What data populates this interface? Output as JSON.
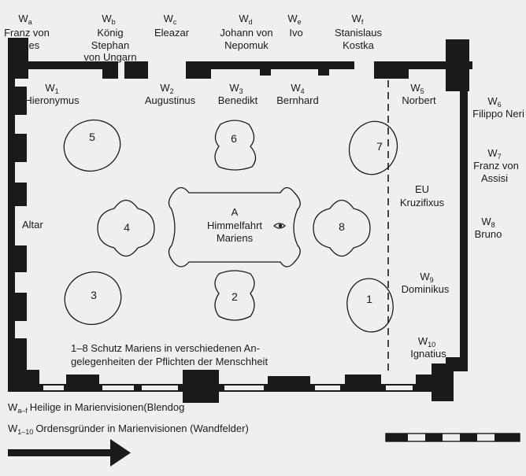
{
  "saints_top": [
    {
      "code": "W",
      "sub": "a",
      "lines": [
        "Franz von",
        "Sales"
      ]
    },
    {
      "code": "W",
      "sub": "b",
      "lines": [
        "König",
        "Stephan",
        "von Ungarn"
      ]
    },
    {
      "code": "W",
      "sub": "c",
      "lines": [
        "Eleazar"
      ]
    },
    {
      "code": "W",
      "sub": "d",
      "lines": [
        "Johann von",
        "Nepomuk"
      ]
    },
    {
      "code": "W",
      "sub": "e",
      "lines": [
        "Ivo"
      ]
    },
    {
      "code": "W",
      "sub": "f",
      "lines": [
        "Stanislaus",
        "Kostka"
      ]
    }
  ],
  "founders_inner": [
    {
      "code": "W",
      "sub": "1",
      "lines": [
        "Hieronymus"
      ]
    },
    {
      "code": "W",
      "sub": "2",
      "lines": [
        "Augustinus"
      ]
    },
    {
      "code": "W",
      "sub": "3",
      "lines": [
        "Benedikt"
      ]
    },
    {
      "code": "W",
      "sub": "4",
      "lines": [
        "Bernhard"
      ]
    },
    {
      "code": "W",
      "sub": "5",
      "lines": [
        "Norbert"
      ]
    },
    {
      "code": "W",
      "sub": "9",
      "lines": [
        "Dominikus"
      ]
    },
    {
      "code": "W",
      "sub": "10",
      "lines": [
        "Ignatius"
      ]
    }
  ],
  "founders_right": [
    {
      "code": "W",
      "sub": "6",
      "lines": [
        "Filippo Neri"
      ]
    },
    {
      "code": "W",
      "sub": "7",
      "lines": [
        "Franz von",
        "Assisi"
      ]
    },
    {
      "code": "W",
      "sub": "8",
      "lines": [
        "Bruno"
      ]
    }
  ],
  "fields": [
    {
      "num": "1"
    },
    {
      "num": "2"
    },
    {
      "num": "3"
    },
    {
      "num": "4"
    },
    {
      "num": "5"
    },
    {
      "num": "6"
    },
    {
      "num": "7"
    },
    {
      "num": "8"
    }
  ],
  "center": {
    "code": "A",
    "lines": [
      "Himmelfahrt",
      "Mariens"
    ]
  },
  "altar": "Altar",
  "eu": {
    "lines": [
      "EU",
      "Kruzifixus"
    ]
  },
  "caption": {
    "lines": [
      "1–8 Schutz Mariens in verschiedenen An-",
      "gelegenheiten der Pflichten der Menschheit"
    ]
  },
  "legend": [
    {
      "code": "W",
      "sub": "a–f",
      "text": "Heilige in Marienvisionen(Blendog"
    },
    {
      "code": "W",
      "sub": "1–10",
      "text": "Ordensgründer in Marienvisionen (Wandfelder)"
    }
  ],
  "colors": {
    "ink": "#1a1a1a",
    "paper": "#efefef"
  }
}
